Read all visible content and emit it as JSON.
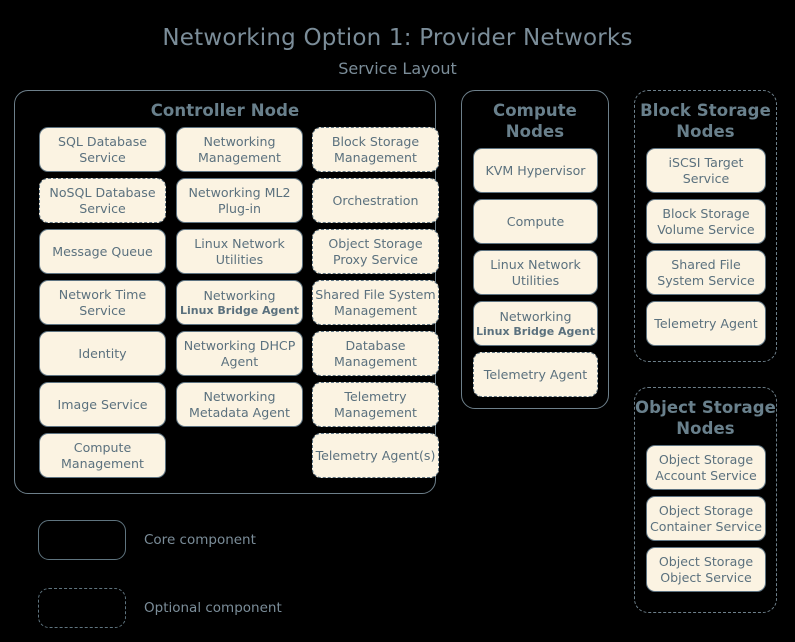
{
  "title": "Networking Option 1: Provider Networks",
  "subtitle": "Service Layout",
  "colors": {
    "background": "#000000",
    "title_text": "#7b8d99",
    "component_fill": "#fbf3e2",
    "component_text": "#5b717e",
    "component_border": "#5e7381",
    "group_border": "#6d7f8a"
  },
  "groups": {
    "controller": {
      "title": "Controller Node",
      "border": "solid",
      "columns": [
        {
          "items": [
            {
              "label": "SQL Database Service",
              "style": "core"
            },
            {
              "label": "NoSQL Database Service",
              "style": "optional"
            },
            {
              "label": "Message Queue",
              "style": "core"
            },
            {
              "label": "Network Time Service",
              "style": "core"
            },
            {
              "label": "Identity",
              "style": "core"
            },
            {
              "label": "Image Service",
              "style": "core"
            },
            {
              "label": "Compute Management",
              "style": "core"
            }
          ]
        },
        {
          "items": [
            {
              "label": "Networking Management",
              "style": "core"
            },
            {
              "label": "Networking ML2 Plug-in",
              "style": "core"
            },
            {
              "label": "Linux Network Utilities",
              "style": "core"
            },
            {
              "label": "Networking",
              "sub": "Linux Bridge Agent",
              "style": "core"
            },
            {
              "label": "Networking DHCP Agent",
              "style": "core"
            },
            {
              "label": "Networking Metadata Agent",
              "style": "core"
            }
          ]
        },
        {
          "items": [
            {
              "label": "Block Storage Management",
              "style": "optional"
            },
            {
              "label": "Orchestration",
              "style": "optional"
            },
            {
              "label": "Object Storage Proxy Service",
              "style": "optional"
            },
            {
              "label": "Shared File System Management",
              "style": "optional"
            },
            {
              "label": "Database Management",
              "style": "optional"
            },
            {
              "label": "Telemetry Management",
              "style": "optional"
            },
            {
              "label": "Telemetry Agent(s)",
              "style": "optional"
            }
          ]
        }
      ]
    },
    "compute": {
      "title": "Compute Nodes",
      "border": "solid",
      "items": [
        {
          "label": "KVM Hypervisor",
          "style": "core"
        },
        {
          "label": "Compute",
          "style": "core"
        },
        {
          "label": "Linux Network Utilities",
          "style": "core"
        },
        {
          "label": "Networking",
          "sub": "Linux Bridge Agent",
          "style": "core"
        },
        {
          "label": "Telemetry Agent",
          "style": "optional"
        }
      ]
    },
    "block_storage": {
      "title": "Block Storage Nodes",
      "border": "dashed",
      "items": [
        {
          "label": "iSCSI Target Service",
          "style": "core"
        },
        {
          "label": "Block Storage Volume Service",
          "style": "core"
        },
        {
          "label": "Shared File System Service",
          "style": "core"
        },
        {
          "label": "Telemetry Agent",
          "style": "core"
        }
      ]
    },
    "object_storage": {
      "title": "Object Storage Nodes",
      "border": "dashed",
      "items": [
        {
          "label": "Object Storage Account Service",
          "style": "core"
        },
        {
          "label": "Object Storage Container Service",
          "style": "core"
        },
        {
          "label": "Object Storage Object Service",
          "style": "core"
        }
      ]
    }
  },
  "legend": {
    "core_label": "Core component",
    "optional_label": "Optional component"
  }
}
